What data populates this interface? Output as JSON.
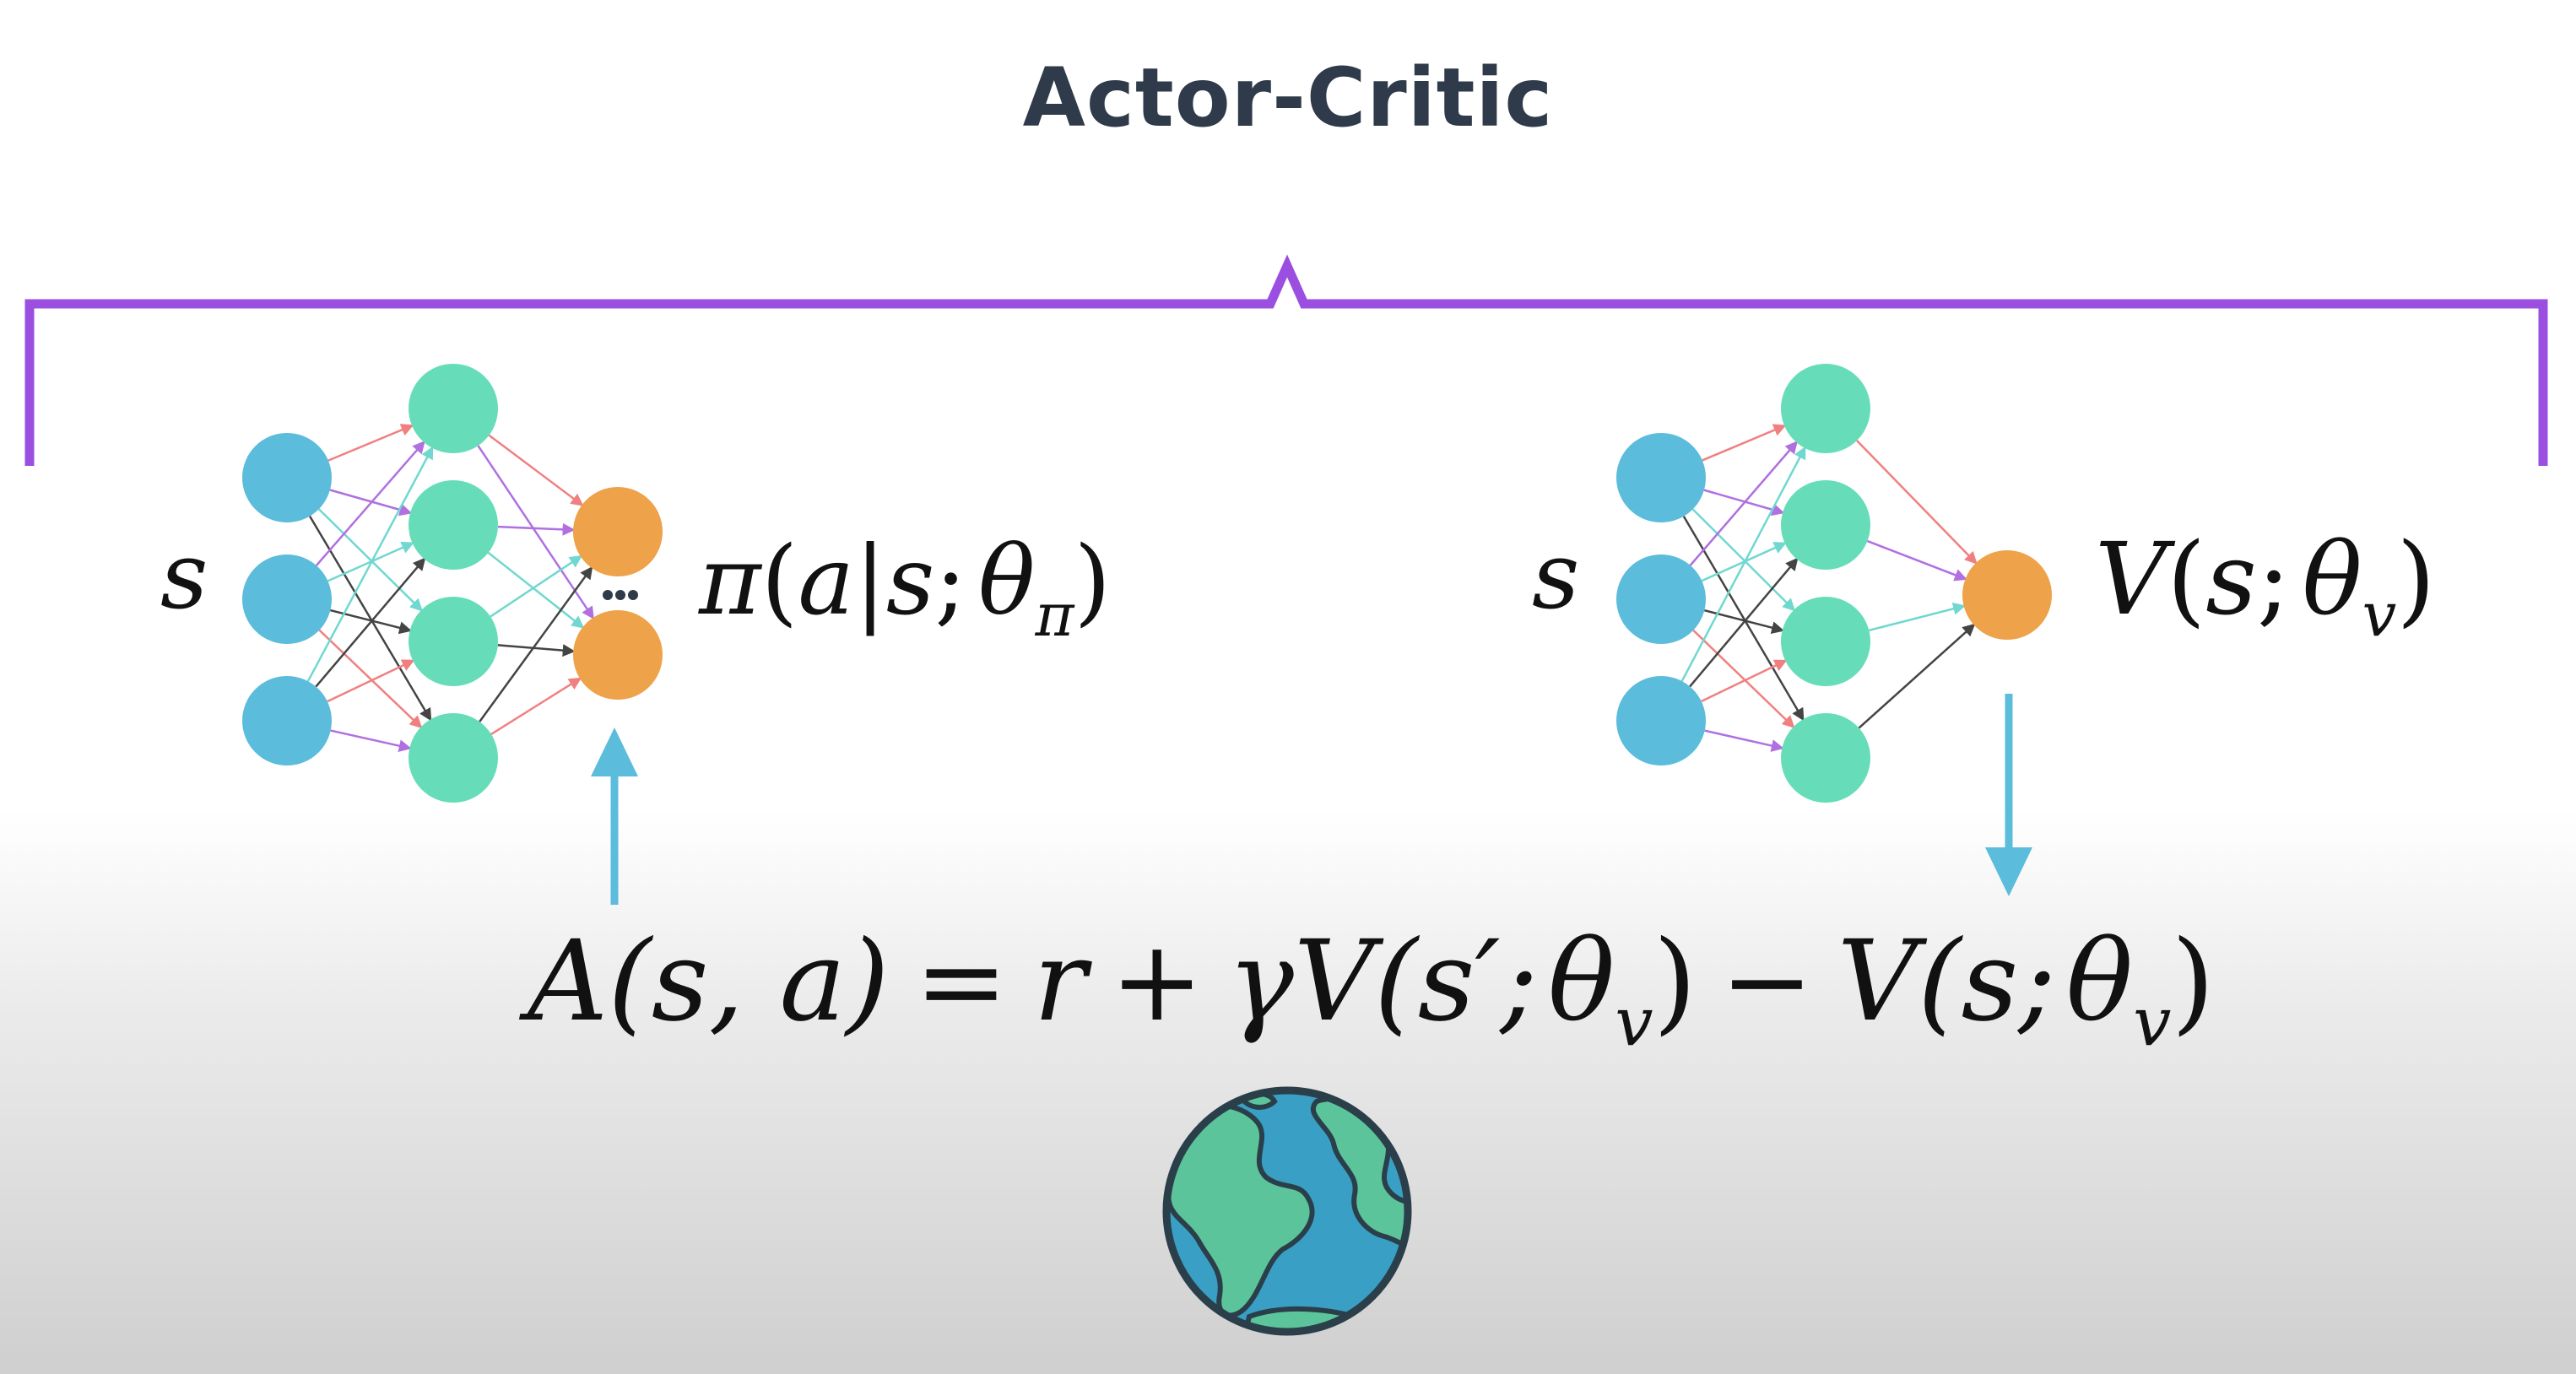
{
  "title": "Actor-Critic",
  "actor": {
    "input_label": "s",
    "output_expr": {
      "pi": "π",
      "open": "(",
      "a": "a",
      "bar": "|",
      "s": "s",
      "semi": ";",
      "theta": "θ",
      "sub": "π",
      "close": ")"
    },
    "layers": [
      3,
      4,
      2
    ]
  },
  "critic": {
    "input_label": "s",
    "output_expr": {
      "V": "V",
      "open": "(",
      "s": "s",
      "semi": ";",
      "theta": "θ",
      "sub": "v",
      "close": ")"
    },
    "layers": [
      3,
      4,
      1
    ]
  },
  "advantage": {
    "A": "A",
    "args": "(s, a)",
    "eq": "=",
    "r": "r",
    "plus": "+",
    "gamma": "γ",
    "V1": "V",
    "args1_open": "(s′;",
    "theta1": "θ",
    "sub1": "v",
    "close1": ")",
    "minus": "−",
    "V2": "V",
    "args2_open": "(s;",
    "theta2": "θ",
    "sub2": "v",
    "close2": ")"
  },
  "colors": {
    "bracket": "#9b4fe0",
    "input_node": "#5bbcdc",
    "hidden_node": "#66ddb8",
    "output_node": "#eea24a",
    "arrow": "#5bbcdc",
    "globe_ocean": "#3a9fc4",
    "globe_land": "#5cc49a",
    "globe_outline": "#2a3f4a"
  },
  "icons": [
    "up-arrow-icon",
    "down-arrow-icon",
    "earth-globe-icon"
  ]
}
